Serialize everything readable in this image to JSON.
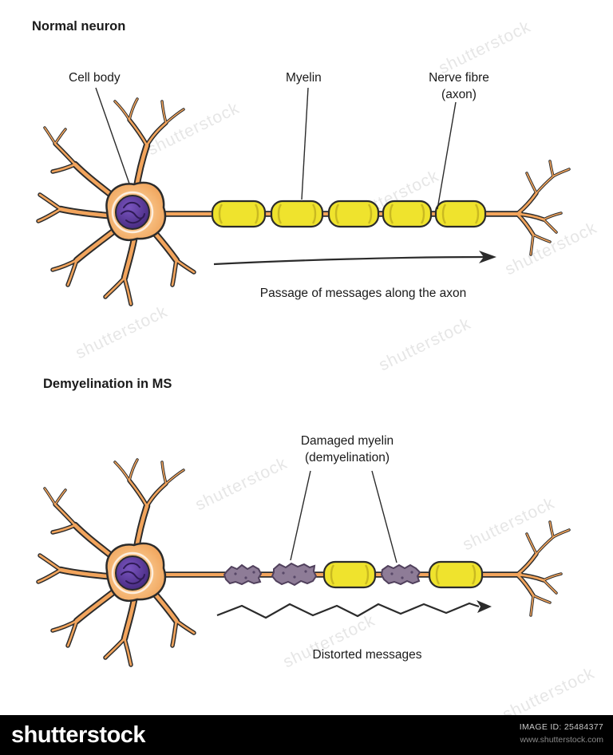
{
  "watermark": {
    "text": "shutterstock"
  },
  "top_diagram": {
    "title": "Normal neuron",
    "labels": {
      "cell_body": "Cell body",
      "myelin": "Myelin",
      "nerve_fibre": "Nerve fibre",
      "nerve_fibre_sub": "(axon)"
    },
    "caption": "Passage of messages along the axon"
  },
  "bottom_diagram": {
    "title": "Demyelination in MS",
    "labels": {
      "damaged_myelin": "Damaged myelin",
      "damaged_myelin_sub": "(demyelination)"
    },
    "caption": "Distorted messages"
  },
  "footer": {
    "logo": "shutterstock",
    "image_id": "IMAGE ID: 25484377",
    "url": "www.shutterstock.com"
  },
  "colors": {
    "neuron_fill": "#F2A45C",
    "neuron_outline": "#2b2b2b",
    "myelin_yellow": "#EFE32D",
    "nucleus_purple": "#472A80",
    "damaged_myelin_purple": "#8E7C97",
    "footer_bg": "#000000"
  }
}
